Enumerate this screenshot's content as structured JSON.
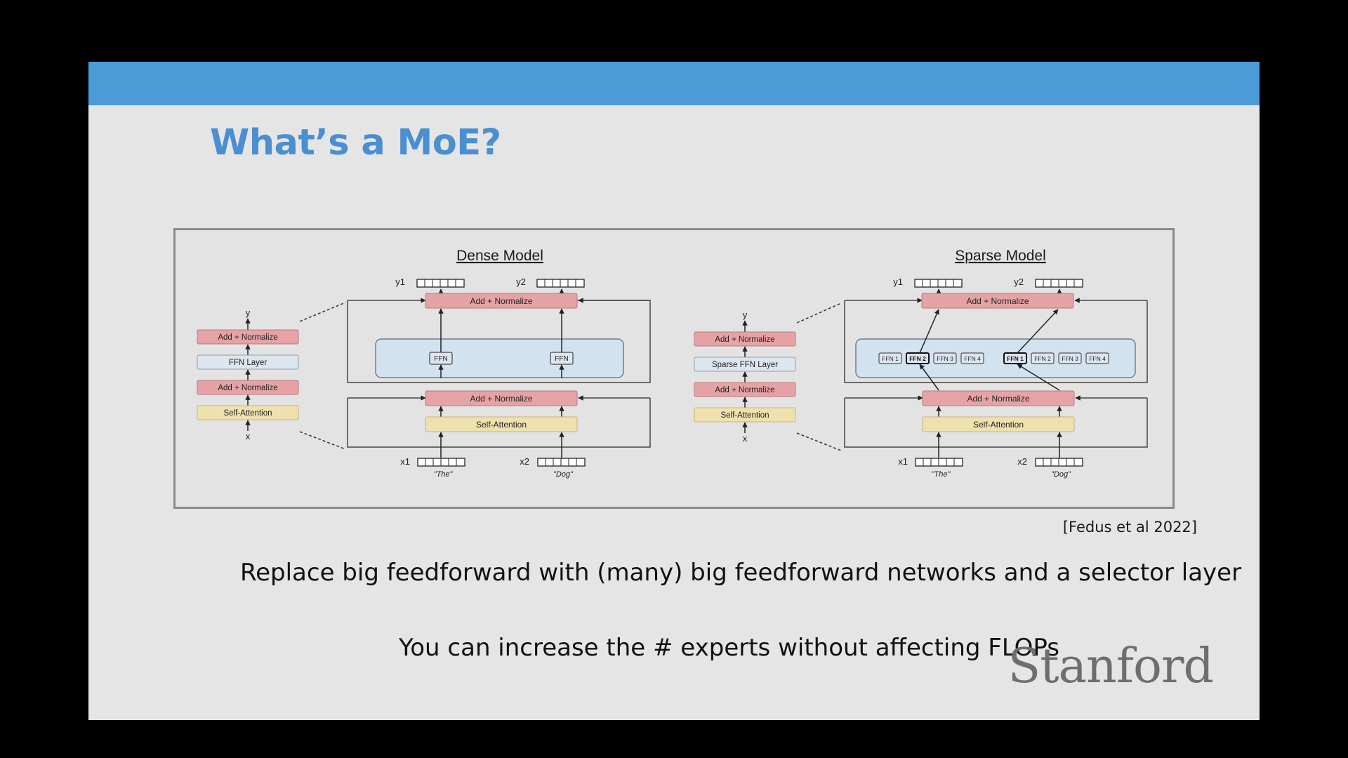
{
  "slide": {
    "title": "What’s a MoE?",
    "citation": "[Fedus et al 2022]",
    "line1": "Replace big feedforward with (many) big feedforward networks and a selector layer",
    "line2": "You can increase the # experts without affecting FLOPs",
    "logo": "Stanford"
  },
  "colors": {
    "topbar": "#4b9bd9",
    "title": "#4a8fcf",
    "norm": "#e6a3a6",
    "attention": "#efe1ae",
    "ffn_container": "#d3e2ef",
    "layer_box": "#dde5ee"
  },
  "diagram": {
    "dense": {
      "title": "Dense Model",
      "stack": [
        "Add + Normalize",
        "FFN Layer",
        "Add + Normalize",
        "Self-Attention"
      ],
      "stack_top": "y",
      "stack_bottom": "x",
      "upper_norm": "Add + Normalize",
      "ffn1": "FFN",
      "ffn2": "FFN",
      "lower_norm": "Add + Normalize",
      "attention": "Self-Attention",
      "y1": "y1",
      "y2": "y2",
      "x1": "x1",
      "x2": "x2",
      "tok1": "\"The\"",
      "tok2": "\"Dog\""
    },
    "sparse": {
      "title": "Sparse Model",
      "stack": [
        "Add + Normalize",
        "Sparse FFN Layer",
        "Add + Normalize",
        "Self-Attention"
      ],
      "stack_top": "y",
      "stack_bottom": "x",
      "upper_norm": "Add + Normalize",
      "experts_a": [
        "FFN 1",
        "FFN 2",
        "FFN 3",
        "FFN 4"
      ],
      "experts_b": [
        "FFN 1",
        "FFN 2",
        "FFN 3",
        "FFN 4"
      ],
      "selected_a": 1,
      "selected_b": 0,
      "lower_norm": "Add + Normalize",
      "attention": "Self-Attention",
      "y1": "y1",
      "y2": "y2",
      "x1": "x1",
      "x2": "x2",
      "tok1": "\"The\"",
      "tok2": "\"Dog\""
    }
  }
}
